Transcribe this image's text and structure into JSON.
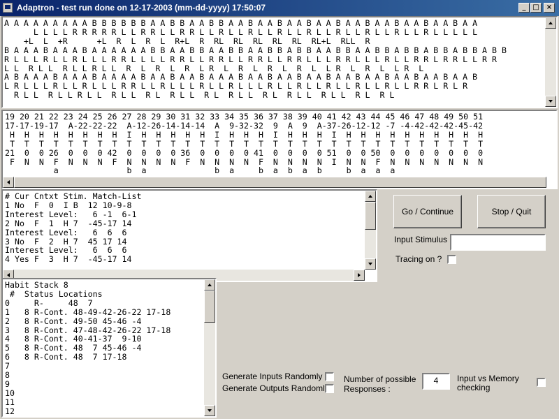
{
  "window": {
    "title": "Adaptron - test run done on 12-17-2003 (mm-dd-yyyy) 17:50:07"
  },
  "top_panel": {
    "lines": [
      "A A A A A A A A A B B B B B B A A B B A A B B A A B A A B A A B A A B A A B A A B A A B A A B A A",
      "      L L L L R R R R R L L R R L L R R L L R L L R L L R L L R L L R L L R L L R L L R L L L L L",
      "    +L  L  +R      +L  R  L  R  L  R+L  R  RL  RL  RL  RL  RL  RL+L  RLL  R",
      "B A A A B A A A B A A A A A A B B A A B B A A B B A A B B A B B A A B B A A B B A B B A B B A B B A B B",
      "R L L L R L L R L L L R R L L L L R R L L R R L L R R L L R R L L L R R L L L R L L R R L R R L L R R",
      "L L  R L L  R L L R L L  R  L  R  L  R  L R  L  R  L  R  L  R  L  L R  L  R  L  L R  L",
      "A B A A A B A A A B A A A A B A A B A A B A A A B A A B A A B A A B A A B A A B A A B A A B A A B",
      "L R L L L R L L R L L L R R L L R L L L R L L R L L L R L L R L L R L L R L L R L L R R L R L R",
      "  R L L  R L L R L L  R L L  R L  R L L  R L  R L L  R L  R L L  R L L  R L  R L"
    ]
  },
  "mid_panel": {
    "lines": [
      "19 20 21 22 23 24 25 26 27 28 29 30 31 32 33 34 35 36 37 38 39 40 41 42 43 44 45 46 47 48 49 50 51",
      "17-17-19-17  A-22-22-22  A-12-26-14-14-14  A  9-32-32  9  A  9  A-37-26-12-12 -7 -4-42-42-42-45-42",
      " H  H  H  H  H  H  H  H  I  H  H  H  H  H  I  H  H  H  I  H  H  H  I  H  H  H  H  H  H  H  H  H  H",
      " T  T  T  T  T  T  T  T  T  T  T  T  T  T  T  T  T  T  T  T  T  T  T  T  T  T  T  T  T  T  T  T  T",
      "21  0  0 26  0  0  0 42  0  0  0  0 36  0  0  0  0 41  0  0  0  0 51  0  0 50  0  0  0  0  0  0  0",
      " F  N  N  F  N  N  N  F  N  N  N  N  F  N  N  N  N  F  N  N  N  N  I  N  N  F  N  N  N  N  N  N  N",
      "          a              b  a              b  a     b  a  b  a  b     b  a  a  a"
    ]
  },
  "match_panel": {
    "lines": [
      "# Cur Cntxt Stim. Match-List",
      "1 No  F  0  I B  12 10-9-8",
      "Interest Level:   6 -1  6-1",
      "2 No  F  1  H 7  -45-17 14",
      "Interest Level:   6  6  6",
      "3 No  F  2  H 7  45 17 14",
      "Interest Level:   6  6  6",
      "4 Yes F  3  H 7  -45-17 14"
    ]
  },
  "habit_panel": {
    "lines": [
      "Habit Stack 8",
      " #  Status Locations",
      "0     R-     48  7",
      "1   8 R-Cont. 48-49-42-26-22 17-18",
      "2   8 R-Cont. 49-50 45-46 -4",
      "3   8 R-Cont. 47-48-42-26-22 17-18",
      "4   8 R-Cont. 40-41-37  9-10",
      "5   8 R-Cont. 48  7 45-46 -4",
      "6   8 R-Cont. 48  7 17-18",
      "7",
      "8",
      "9",
      "10",
      "11",
      "12"
    ]
  },
  "controls": {
    "go_label": "Go / Continue",
    "stop_label": "Stop / Quit",
    "input_stimulus_label": "Input Stimulus :",
    "input_stimulus_value": "",
    "tracing_label": "Tracing on ?",
    "gen_inputs_label": "Generate Inputs Randomly ?",
    "gen_outputs_label": "Generate Outputs Randomly?",
    "num_responses_label_1": "Number of possible",
    "num_responses_label_2": "Responses :",
    "num_responses_value": "4",
    "input_vs_memory_label_1": "Input vs Memory",
    "input_vs_memory_label_2": "checking"
  }
}
